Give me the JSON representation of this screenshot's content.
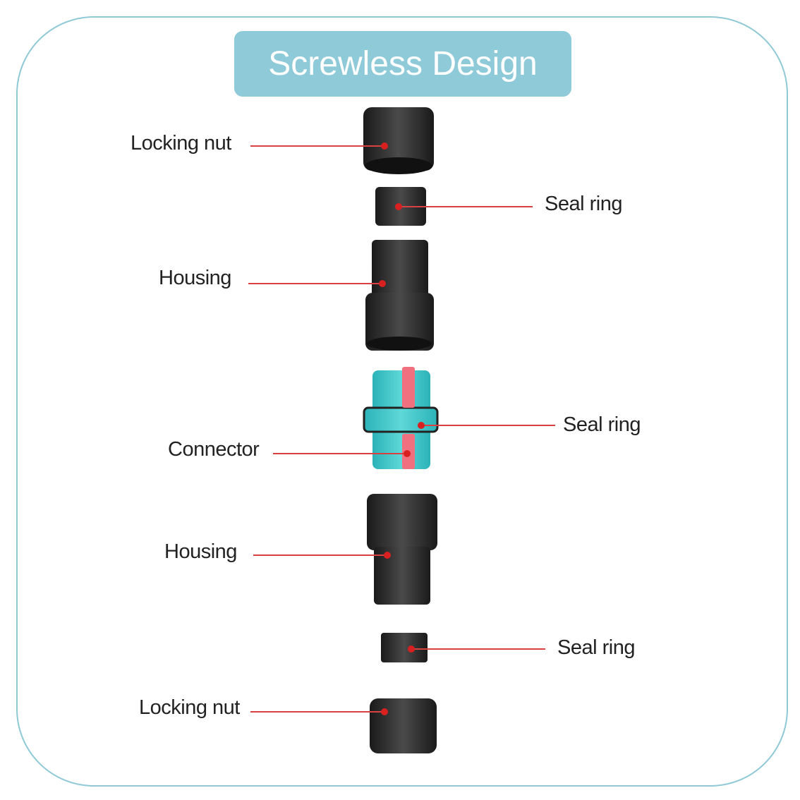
{
  "title": "Screwless Design",
  "labels": {
    "locking_nut_top": "Locking nut",
    "seal_ring_1": "Seal ring",
    "housing_top": "Housing",
    "seal_ring_2": "Seal ring",
    "connector": "Connector",
    "housing_bottom": "Housing",
    "seal_ring_3": "Seal ring",
    "locking_nut_bottom": "Locking nut"
  },
  "colors": {
    "accent": "#8fcad8",
    "connector": "#3cc6c8",
    "pin": "#f07080",
    "part": "#2a2a2a",
    "leader": "#d94040"
  }
}
